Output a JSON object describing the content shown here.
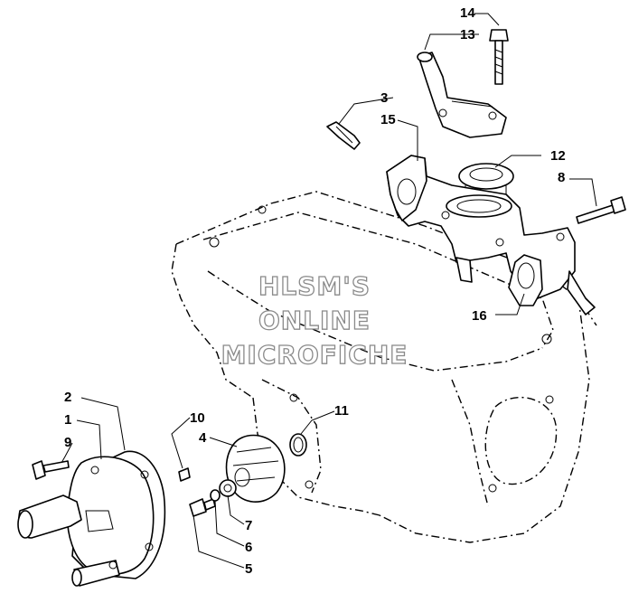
{
  "watermark": {
    "line1": "HLSM'S",
    "line2": "ONLINE",
    "line3": "MICROFICHE"
  },
  "callouts": {
    "c1": "1",
    "c2": "2",
    "c3": "3",
    "c4": "4",
    "c5": "5",
    "c6": "6",
    "c7": "7",
    "c8": "8",
    "c9": "9",
    "c10": "10",
    "c11": "11",
    "c12": "12",
    "c13": "13",
    "c14": "14",
    "c15": "15",
    "c16": "16"
  }
}
